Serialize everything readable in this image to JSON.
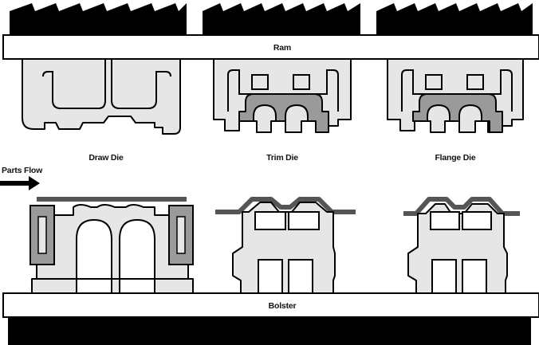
{
  "press": {
    "ram_label": "Ram",
    "bolster_label": "Bolster"
  },
  "stations": [
    {
      "label": "Draw Die"
    },
    {
      "label": "Trim Die"
    },
    {
      "label": "Flange Die"
    }
  ],
  "flow": {
    "label": "Parts Flow"
  },
  "colors": {
    "die_fill": "#e6e6e6",
    "part_shade": "#9a9a9a",
    "sheet": "#555555",
    "outline": "#000000",
    "press_black": "#000000"
  }
}
